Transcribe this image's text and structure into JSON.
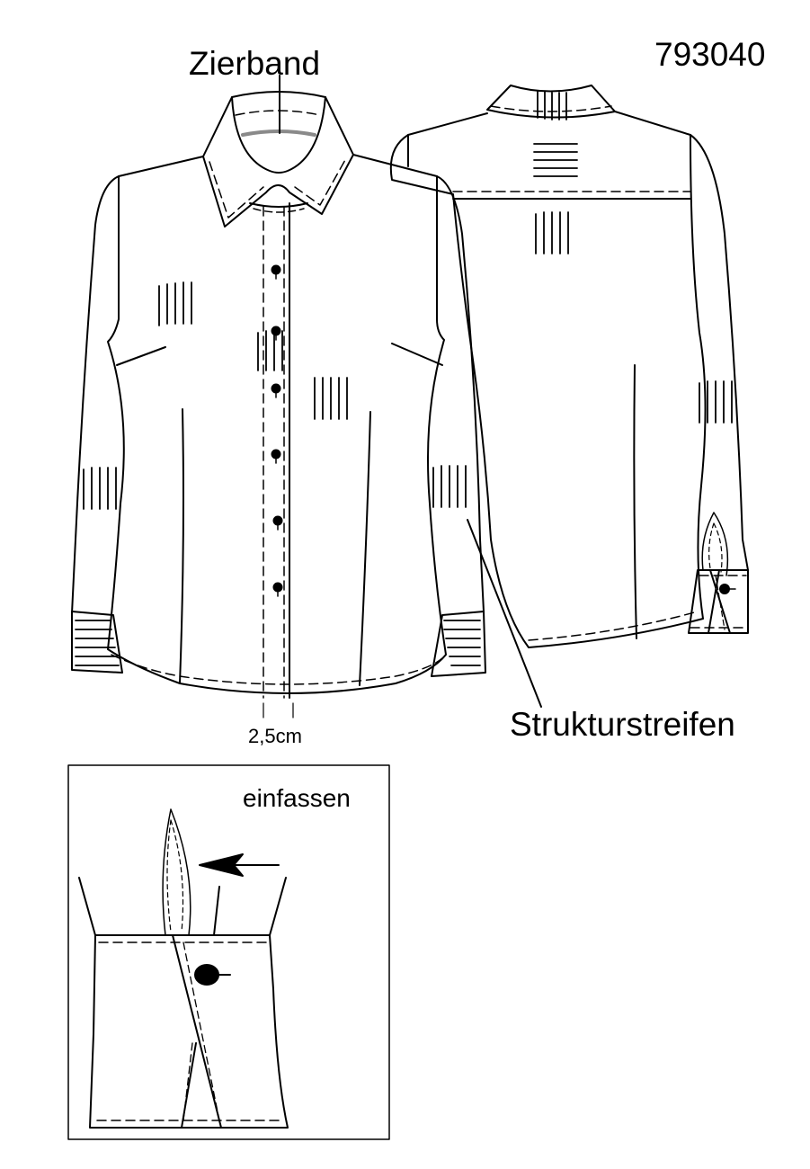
{
  "article_number": "793040",
  "labels": {
    "ribbon": "Zierband",
    "texture_stripes": "Strukturstreifen",
    "placket_width": "2,5cm",
    "detail_instruction": "einfassen"
  },
  "colors": {
    "line": "#000000",
    "ribbon": "#8a8a8a",
    "background": "#ffffff"
  }
}
